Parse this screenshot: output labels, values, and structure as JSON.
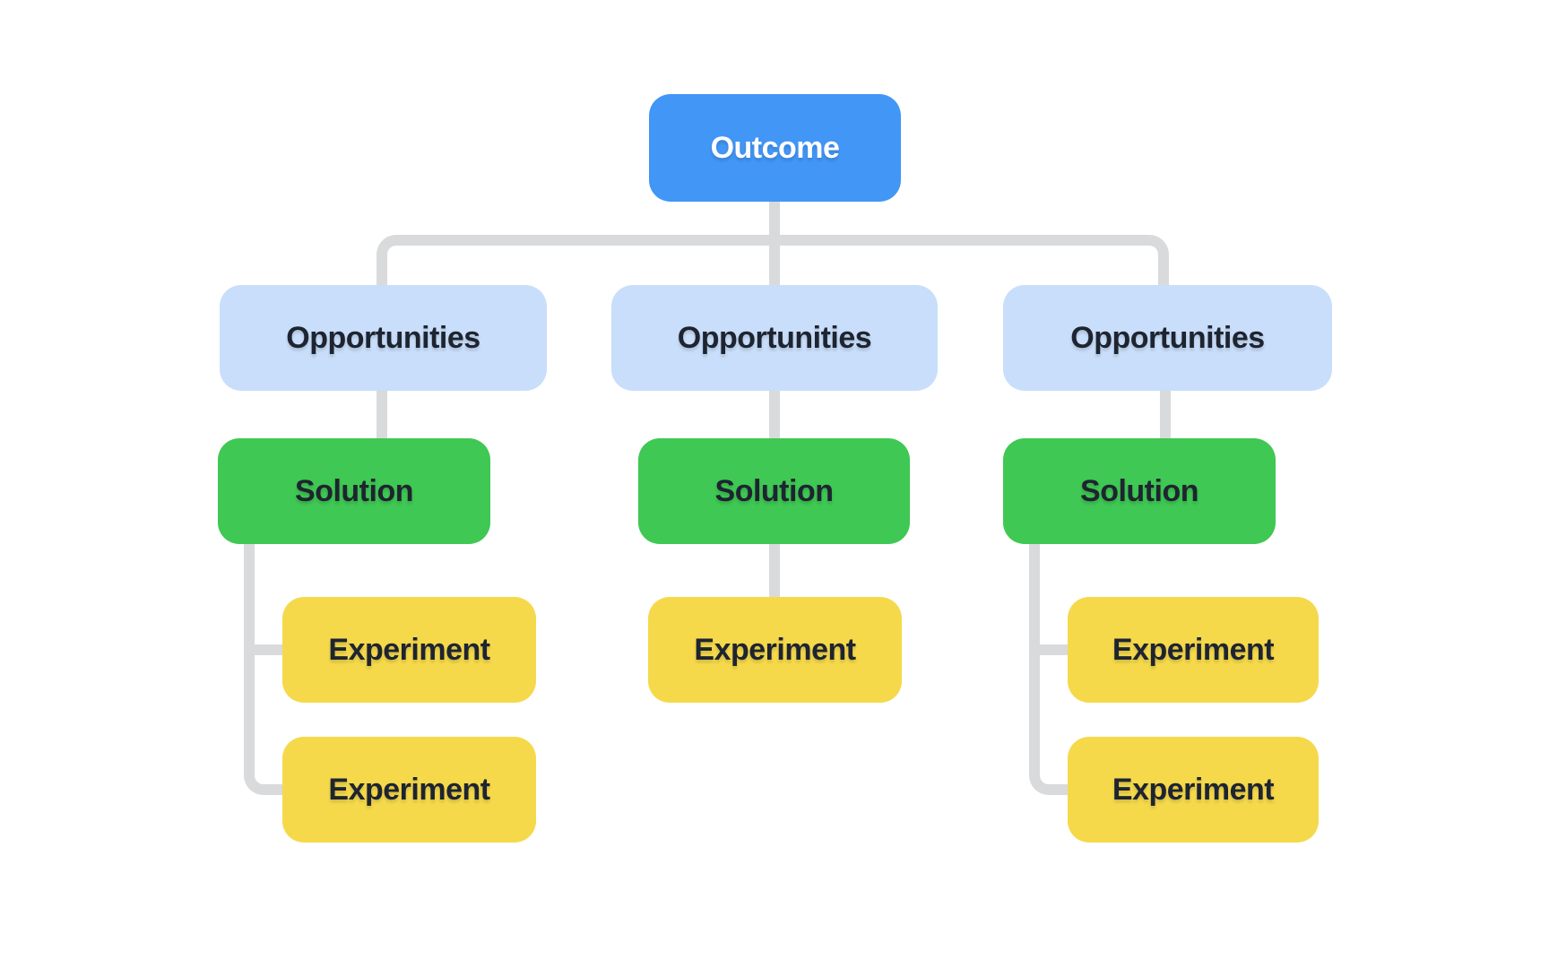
{
  "diagram": {
    "type": "tree",
    "description": "Opportunity solution tree diagram with one outcome, three opportunities, one solution per opportunity, and experiments under each solution"
  },
  "colors": {
    "outcome_fill": "#4296F6",
    "opportunity_fill": "#C8DEFA",
    "solution_fill": "#3FC853",
    "experiment_fill": "#F5D94B",
    "connector": "#D9DADC",
    "label_dark": "#1E2430",
    "label_light": "#FFFFFF",
    "background": "#FFFFFF"
  },
  "nodes": {
    "outcome": {
      "label": "Outcome"
    },
    "opportunity_1": {
      "label": "Opportunities"
    },
    "opportunity_2": {
      "label": "Opportunities"
    },
    "opportunity_3": {
      "label": "Opportunities"
    },
    "solution_1": {
      "label": "Solution"
    },
    "solution_2": {
      "label": "Solution"
    },
    "solution_3": {
      "label": "Solution"
    },
    "experiment_1a": {
      "label": "Experiment"
    },
    "experiment_1b": {
      "label": "Experiment"
    },
    "experiment_2a": {
      "label": "Experiment"
    },
    "experiment_3a": {
      "label": "Experiment"
    },
    "experiment_3b": {
      "label": "Experiment"
    }
  },
  "tree": {
    "root": "Outcome",
    "branches": [
      {
        "opportunity": "Opportunities",
        "solution": "Solution",
        "experiments": [
          "Experiment",
          "Experiment"
        ]
      },
      {
        "opportunity": "Opportunities",
        "solution": "Solution",
        "experiments": [
          "Experiment"
        ]
      },
      {
        "opportunity": "Opportunities",
        "solution": "Solution",
        "experiments": [
          "Experiment",
          "Experiment"
        ]
      }
    ]
  }
}
